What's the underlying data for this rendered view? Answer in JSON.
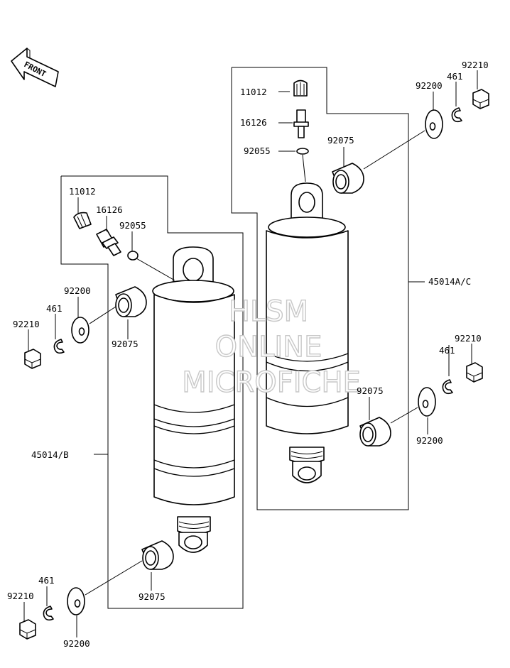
{
  "front_arrow": {
    "text": "FRONT"
  },
  "watermark": {
    "lines": [
      "HLSM",
      "ONLINE",
      "MICROFICHE"
    ]
  },
  "right_shock": {
    "labels": {
      "valve_cap": "11012",
      "valve": "16126",
      "o_ring": "92055",
      "bushing_top": "92075",
      "washer_top": "92200",
      "circlip_top": "461",
      "nut_top": "92210",
      "assembly": "45014A/C",
      "nut_bottom": "92210",
      "circlip_bottom": "461",
      "bushing_bottom": "92075",
      "washer_bottom": "92200"
    }
  },
  "left_shock": {
    "labels": {
      "valve_cap": "11012",
      "valve": "16126",
      "o_ring": "92055",
      "washer_top": "92200",
      "circlip_top": "461",
      "nut_top": "92210",
      "bushing_top": "92075",
      "assembly": "45014/B",
      "bushing_bottom": "92075",
      "circlip_bottom": "461",
      "nut_bottom": "92210",
      "washer_bottom": "92200"
    }
  }
}
